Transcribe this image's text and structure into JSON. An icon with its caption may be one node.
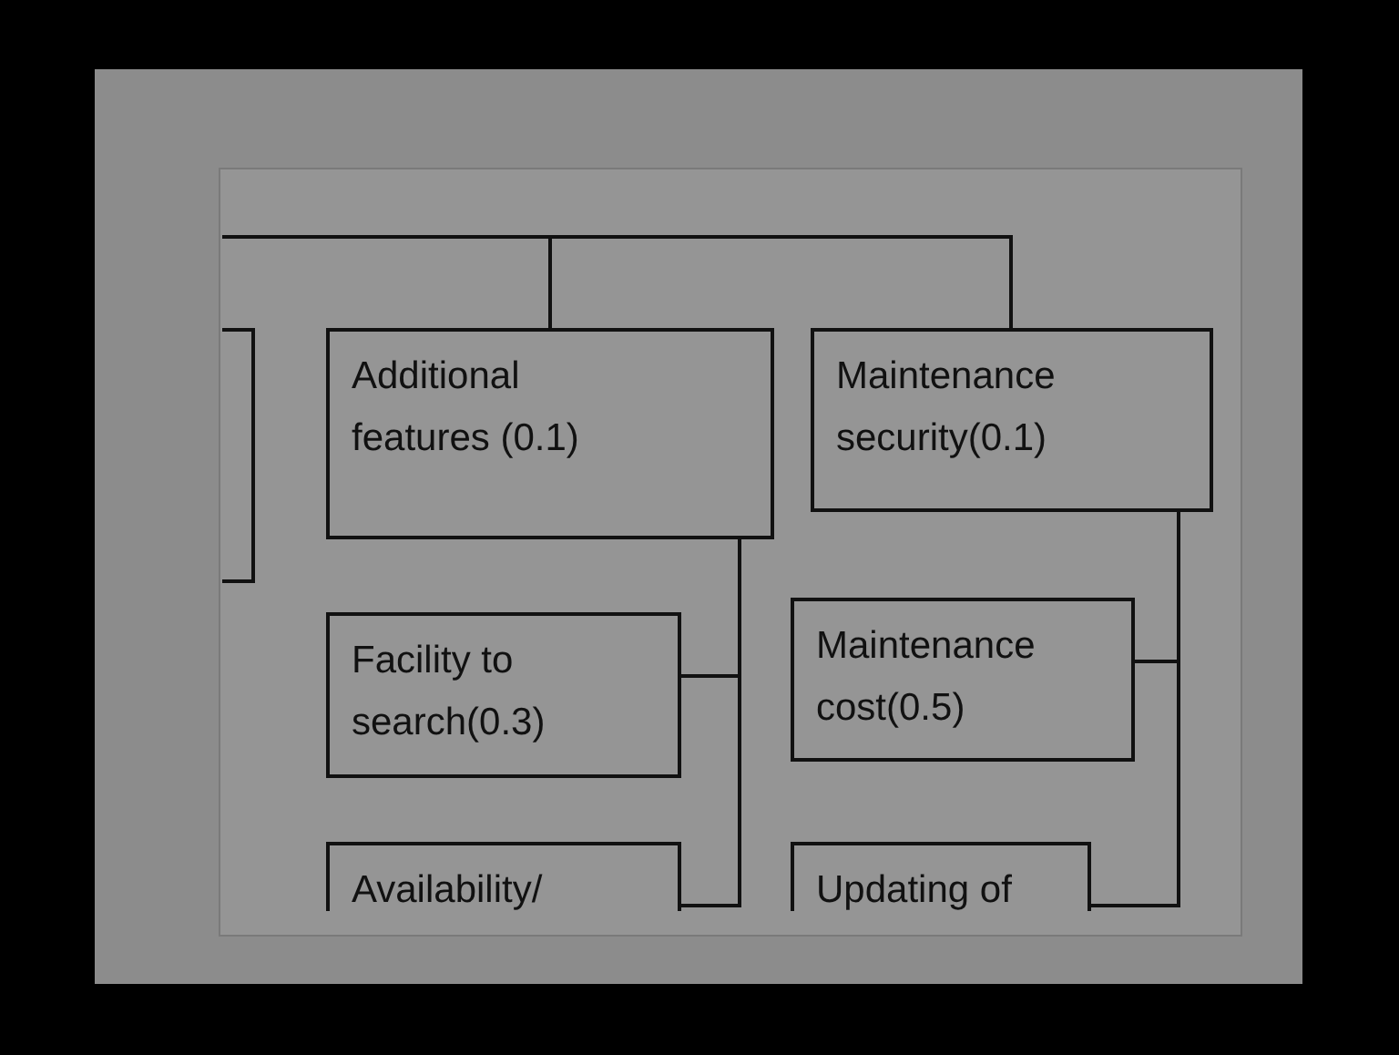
{
  "diagram": {
    "nodes": [
      {
        "text": [],
        "shape": "box"
      },
      {
        "text": [
          "Additional features (0.1)"
        ]
      },
      {
        "text": [
          "Maintenance security(0.1)"
        ]
      },
      {
        "text": [
          "Facility to search(0.3)"
        ]
      },
      {
        "text": [
          "Maintenance cost(0.5)"
        ]
      },
      {
        "text": [
          "Availability/"
        ]
      },
      {
        "text": [
          "Updating of"
        ]
      }
    ],
    "edges": [
      {
        "from": null,
        "to": 1,
        "arrow": "none"
      },
      {
        "from": null,
        "to": 2,
        "arrow": "none"
      },
      {
        "from": 1,
        "to": 3,
        "arrow": "none"
      },
      {
        "from": 1,
        "to": 5,
        "arrow": "none"
      },
      {
        "from": 2,
        "to": 4,
        "arrow": "none"
      },
      {
        "from": 2,
        "to": 6,
        "arrow": "none"
      }
    ]
  }
}
